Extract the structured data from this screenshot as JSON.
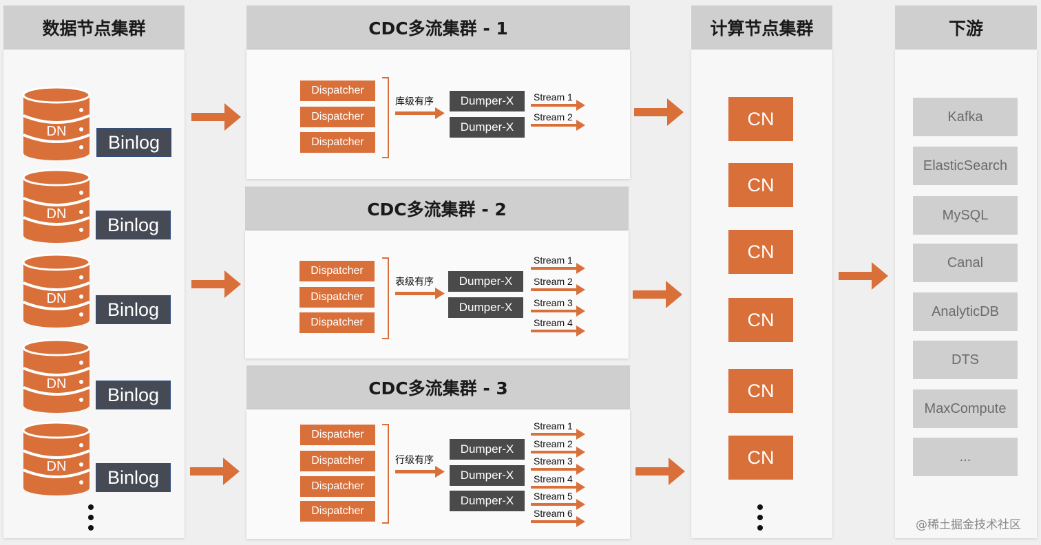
{
  "colors": {
    "accent": "#d9703a",
    "header": "#cfcfcf",
    "dark_box": "#4a4a4a",
    "binlog": "#454a55"
  },
  "columns": {
    "data_nodes": {
      "title": "数据节点集群",
      "db_label": "DN",
      "binlog_label": "Binlog",
      "db_icon": "database-cylinder-icon"
    },
    "compute": {
      "title": "计算节点集群",
      "node_label": "CN"
    },
    "downstream": {
      "title": "下游",
      "items": [
        "Kafka",
        "ElasticSearch",
        "MySQL",
        "Canal",
        "AnalyticDB",
        "DTS",
        "MaxCompute",
        "..."
      ]
    }
  },
  "clusters": [
    {
      "title": "CDC多流集群 - 1",
      "order": "库级有序",
      "dispatcher": "Dispatcher",
      "dumper": "Dumper-X",
      "streams": [
        "Stream 1",
        "Stream 2"
      ]
    },
    {
      "title": "CDC多流集群 - 2",
      "order": "表级有序",
      "dispatcher": "Dispatcher",
      "dumper": "Dumper-X",
      "streams": [
        "Stream 1",
        "Stream 2",
        "Stream 3",
        "Stream 4"
      ]
    },
    {
      "title": "CDC多流集群 - 3",
      "order": "行级有序",
      "dispatcher": "Dispatcher",
      "dumper": "Dumper-X",
      "streams": [
        "Stream 1",
        "Stream 2",
        "Stream 3",
        "Stream 4",
        "Stream 5",
        "Stream 6"
      ]
    }
  ],
  "watermark": "@稀土掘金技术社区"
}
